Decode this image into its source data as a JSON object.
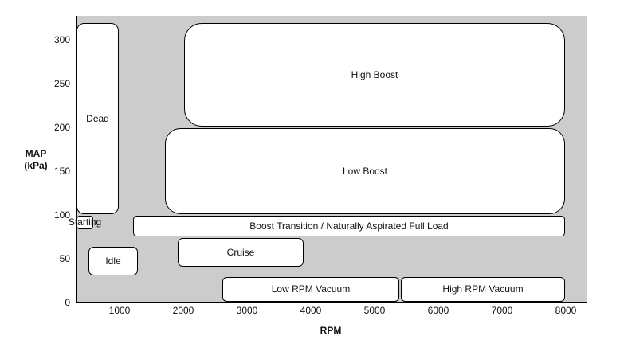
{
  "chart_data": {
    "type": "region-map",
    "xlabel": "RPM",
    "ylabel_line1": "MAP",
    "ylabel_line2": "(kPa)",
    "x_ticks": [
      "1000",
      "2000",
      "3000",
      "4000",
      "5000",
      "6000",
      "7000",
      "8000"
    ],
    "y_ticks": [
      "0",
      "50",
      "100",
      "150",
      "200",
      "250",
      "300"
    ],
    "regions": [
      {
        "label": "Dead",
        "rpm": [
          0,
          1000
        ],
        "map": [
          100,
          320
        ]
      },
      {
        "label": "Starting",
        "rpm": [
          0,
          600
        ],
        "map": [
          83,
          100
        ]
      },
      {
        "label": "High Boost",
        "rpm": [
          2000,
          8000
        ],
        "map": [
          200,
          320
        ]
      },
      {
        "label": "Low Boost",
        "rpm": [
          1700,
          8000
        ],
        "map": [
          100,
          200
        ]
      },
      {
        "label": "Boost Transition / Naturally Aspirated Full Load",
        "rpm": [
          1200,
          8000
        ],
        "map": [
          75,
          100
        ]
      },
      {
        "label": "Idle",
        "rpm": [
          500,
          1300
        ],
        "map": [
          30,
          65
        ]
      },
      {
        "label": "Cruise",
        "rpm": [
          1900,
          3900
        ],
        "map": [
          40,
          75
        ]
      },
      {
        "label": "Low RPM Vacuum",
        "rpm": [
          2600,
          5400
        ],
        "map": [
          0,
          30
        ]
      },
      {
        "label": "High RPM Vacuum",
        "rpm": [
          5400,
          8000
        ],
        "map": [
          0,
          30
        ]
      }
    ]
  }
}
